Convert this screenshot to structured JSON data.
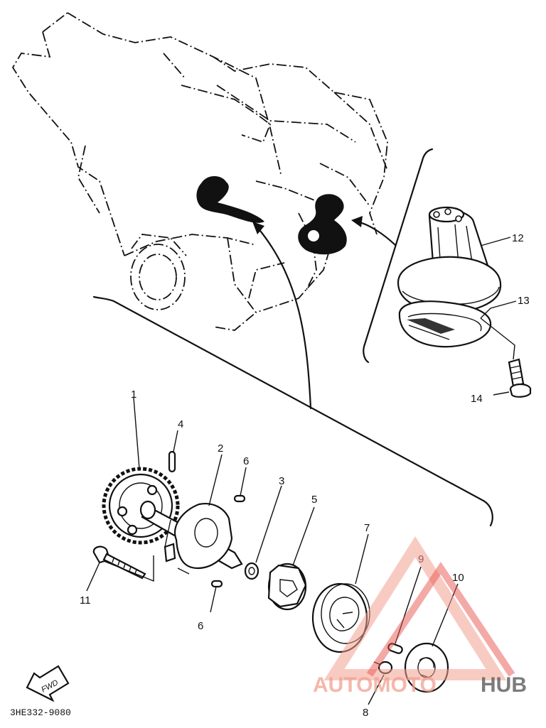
{
  "callouts": [
    {
      "id": "1",
      "text": "1"
    },
    {
      "id": "2",
      "text": "2"
    },
    {
      "id": "3",
      "text": "3"
    },
    {
      "id": "4",
      "text": "4"
    },
    {
      "id": "5",
      "text": "5"
    },
    {
      "id": "6a",
      "text": "6"
    },
    {
      "id": "6b",
      "text": "6"
    },
    {
      "id": "7",
      "text": "7"
    },
    {
      "id": "8",
      "text": "8"
    },
    {
      "id": "9",
      "text": "9"
    },
    {
      "id": "10",
      "text": "10"
    },
    {
      "id": "11",
      "text": "11"
    },
    {
      "id": "12",
      "text": "12"
    },
    {
      "id": "13",
      "text": "13"
    },
    {
      "id": "14",
      "text": "14"
    }
  ],
  "fwd_label": "FWD",
  "diagram_code": "3HE332-9080",
  "watermark": {
    "text_part1": "AUTOMOTO",
    "text_part2": "HUB",
    "color_primary": "#e8554e",
    "color_secondary": "#f2a08f",
    "color_dark": "#5c5c5c"
  }
}
